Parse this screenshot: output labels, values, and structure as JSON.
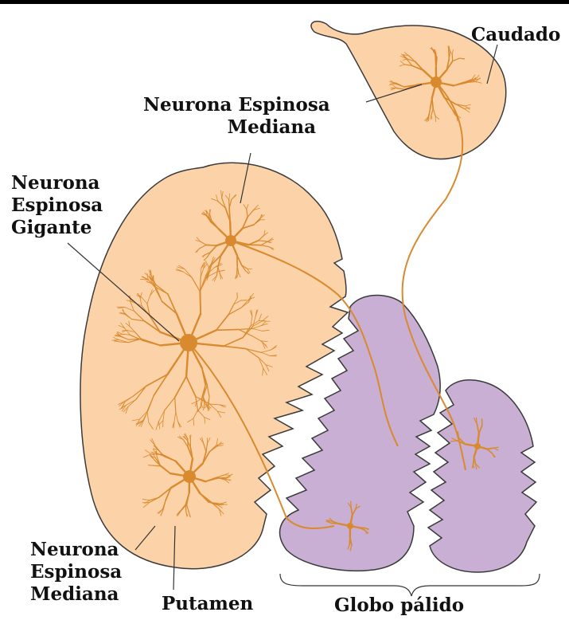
{
  "colors": {
    "tissue_peach": "#fcd3a8",
    "tissue_lilac": "#c8afd3",
    "neuron_orange": "#d98a2e",
    "outline": "#3a3a3a"
  },
  "labels": {
    "caudado": "Caudado",
    "mediana_top_line1": "Neurona Espinosa",
    "mediana_top_line2": "Mediana",
    "gigante_line1": "Neurona",
    "gigante_line2": "Espinosa",
    "gigante_line3": "Gigante",
    "mediana_bottom_line1": "Neurona",
    "mediana_bottom_line2": "Espinosa",
    "mediana_bottom_line3": "Mediana",
    "putamen": "Putamen",
    "globo_palido": "Globo pálido"
  }
}
